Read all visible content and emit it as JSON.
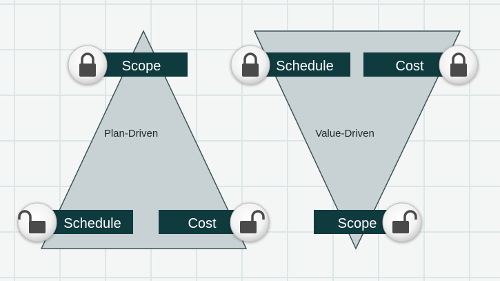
{
  "plan_driven": {
    "label": "Plan-Driven",
    "top": "Scope",
    "bottom_left": "Schedule",
    "bottom_right": "Cost",
    "locks": {
      "scope": "locked",
      "schedule": "unlocked",
      "cost": "unlocked"
    }
  },
  "value_driven": {
    "label": "Value-Driven",
    "top_left": "Schedule",
    "top_right": "Cost",
    "bottom": "Scope",
    "locks": {
      "schedule": "locked",
      "cost": "locked",
      "scope": "unlocked"
    }
  },
  "colors": {
    "triangle_fill": "#c8d2d4",
    "triangle_stroke": "#3d5456",
    "tag_fill": "#0f3a3e",
    "tag_text": "#ffffff",
    "lock_body": "#4a4a4a"
  },
  "icons": {
    "locked": "padlock-locked-icon",
    "unlocked": "padlock-unlocked-icon"
  }
}
